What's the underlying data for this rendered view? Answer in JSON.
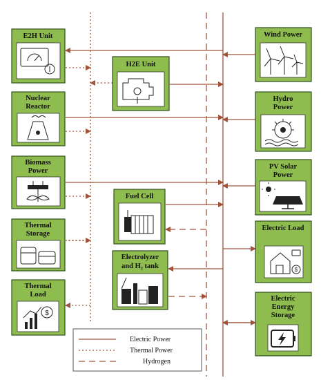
{
  "units": {
    "e2h": "E2H Unit",
    "h2e": "H2E Unit",
    "nuclear": [
      "Nuclear",
      "Reactor"
    ],
    "biomass": [
      "Biomass",
      "Power"
    ],
    "thermal_storage": [
      "Thermal",
      "Storage"
    ],
    "thermal_load": [
      "Thermal",
      "Load"
    ],
    "fuel_cell": "Fuel Cell",
    "electrolyzer": [
      "Electrolyzer",
      "and H₂ tank"
    ],
    "wind": "Wind Power",
    "hydro": [
      "Hydro",
      "Power"
    ],
    "pv": [
      "PV Solar",
      "Power"
    ],
    "electric_load": "Electric Load",
    "storage": [
      "Electric",
      "Energy",
      "Storage"
    ]
  },
  "legend": {
    "electric": "Electric Power",
    "thermal": "Thermal Power",
    "hydrogen": "Hydrogen"
  },
  "colors": {
    "box_fill": "#8fbc4f",
    "line": "#a0533a"
  },
  "icons": {
    "e2h": "gauge-icon",
    "h2e": "engine-icon",
    "nuclear": "radiation-icon",
    "biomass": "plant-plug-icon",
    "thermal_storage": "tanks-icon",
    "thermal_load": "dollar-chart-icon",
    "fuel_cell": "fuel-cell-icon",
    "electrolyzer": "factory-icon",
    "wind": "wind-turbine-icon",
    "hydro": "water-wheel-icon",
    "pv": "solar-panel-icon",
    "electric_load": "house-boxes-icon",
    "storage": "battery-icon"
  }
}
